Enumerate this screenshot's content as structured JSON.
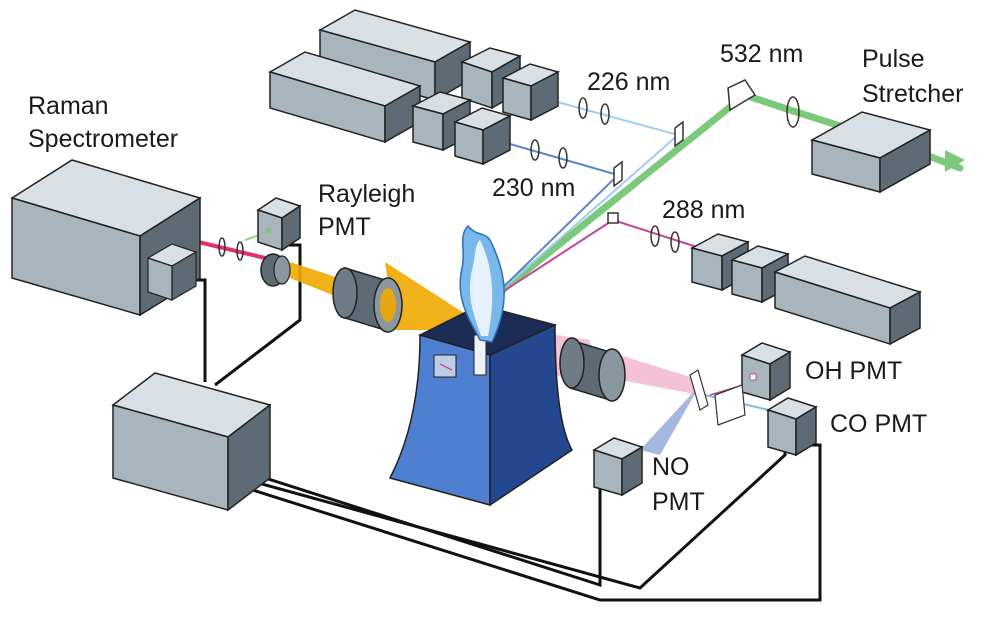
{
  "labels": {
    "raman_line1": "Raman",
    "raman_line2": "Spectrometer",
    "rayleigh_line1": "Rayleigh",
    "rayleigh_line2": "PMT",
    "nm226": "226 nm",
    "nm230": "230 nm",
    "nm532": "532 nm",
    "nm288": "288 nm",
    "pulse_line1": "Pulse",
    "pulse_line2": "Stretcher",
    "oh_pmt": "OH PMT",
    "co_pmt": "CO PMT",
    "no_line1": "NO",
    "no_line2": "PMT"
  },
  "colors": {
    "box_front": "#a9b5bd",
    "box_top": "#d9e0e5",
    "box_side": "#5f6b74",
    "burner": "#3a64b0",
    "flame": "#79b8ea",
    "beam_532": "#7cc97c",
    "beam_226": "#9fcdef",
    "beam_230": "#5b86c9",
    "beam_288": "#c2479a",
    "rayleigh_cone": "#f0a800",
    "fluor_cone": "#f2b7cf",
    "raman_beam": "#e0306a",
    "wires": "#111111"
  }
}
